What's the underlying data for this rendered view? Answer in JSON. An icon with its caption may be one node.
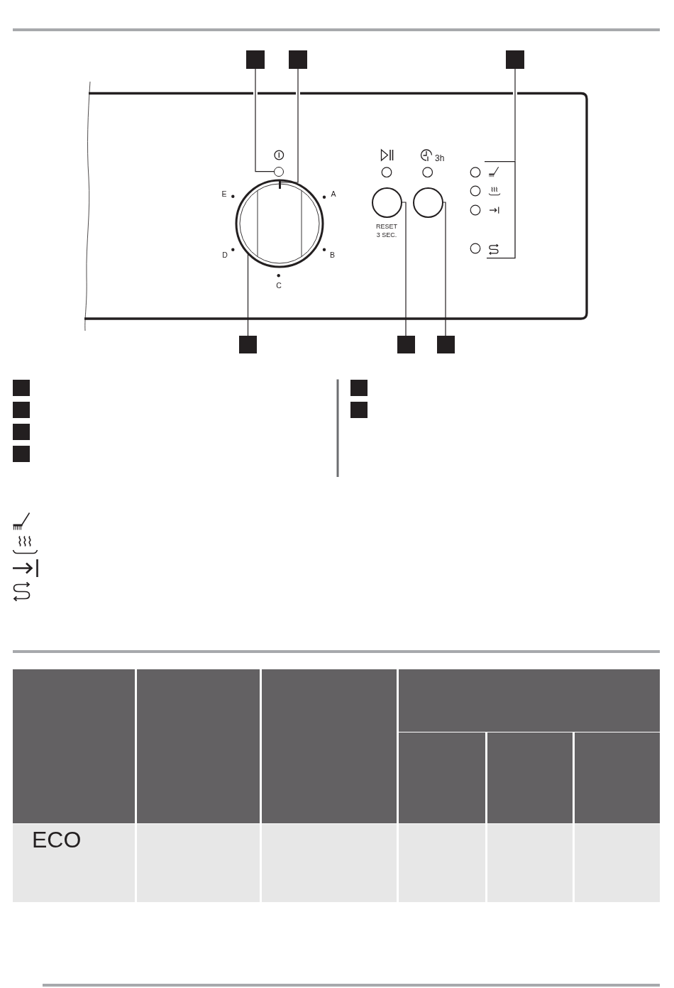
{
  "diagram": {
    "nodes": [
      {
        "text": [],
        "shape": "box"
      },
      {
        "text": [],
        "shape": "box"
      },
      {
        "text": [],
        "shape": "box"
      },
      {
        "text": [],
        "shape": "bracket"
      },
      {
        "text": [],
        "shape": "circle"
      },
      {
        "text": [],
        "shape": "circle"
      },
      {
        "text": [],
        "shape": "bar",
        "in": 5
      },
      {
        "text": [],
        "shape": "circle",
        "beside": [
          "RESET 3 SEC."
        ]
      },
      {
        "text": [],
        "shape": "circle"
      },
      {
        "text": [],
        "shape": "box"
      },
      {
        "text": [],
        "shape": "box"
      },
      {
        "text": [],
        "shape": "box"
      },
      {
        "text": [],
        "shape": "box"
      },
      {
        "text": [],
        "shape": "box"
      },
      {
        "text": [],
        "shape": "box"
      },
      {
        "text": [],
        "shape": "box"
      },
      {
        "text": [],
        "shape": "box"
      },
      {
        "text": [],
        "shape": "box"
      }
    ],
    "edges": [
      {
        "from": 0,
        "to": 4,
        "arrow": "none"
      },
      {
        "from": 1,
        "to": 6,
        "arrow": "none"
      },
      {
        "from": 2,
        "to": 3,
        "arrow": "none"
      },
      {
        "from": 9,
        "to": 5,
        "arrow": "none"
      },
      {
        "from": 10,
        "to": 7,
        "arrow": "none"
      },
      {
        "from": 11,
        "to": 8,
        "arrow": "none"
      }
    ],
    "labels": [
      "3h",
      "E",
      "A",
      "D",
      "B",
      "C",
      "ECO"
    ]
  }
}
